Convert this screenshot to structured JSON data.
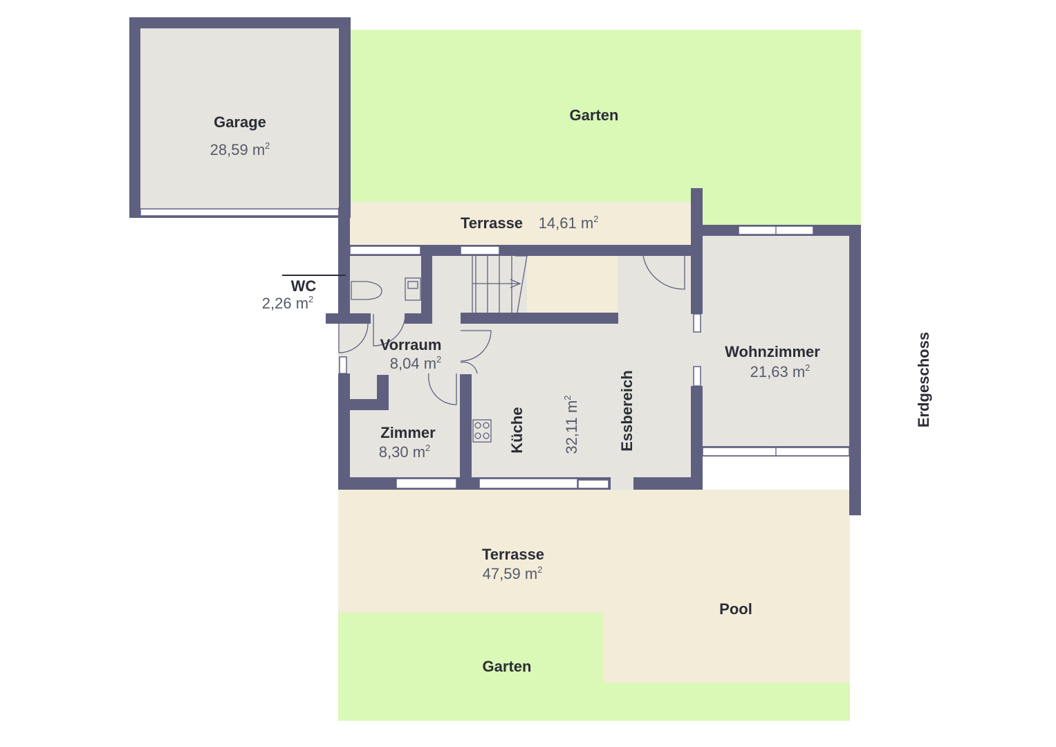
{
  "floor_label": "Erdgeschoss",
  "area_unit": "m",
  "area_unit_exp": "2",
  "rooms": {
    "garage": {
      "name": "Garage",
      "area": "28,59"
    },
    "garten_top": {
      "name": "Garten"
    },
    "terrasse_top": {
      "name": "Terrasse",
      "area": "14,61"
    },
    "wc": {
      "name": "WC",
      "area": "2,26"
    },
    "vorraum": {
      "name": "Vorraum",
      "area": "8,04"
    },
    "zimmer": {
      "name": "Zimmer",
      "area": "8,30"
    },
    "kueche": {
      "name": "Küche",
      "area": "32,11"
    },
    "essbereich": {
      "name": "Essbereich"
    },
    "wohnzimmer": {
      "name": "Wohnzimmer",
      "area": "21,63"
    },
    "terrasse_bottom": {
      "name": "Terrasse",
      "area": "47,59"
    },
    "pool": {
      "name": "Pool"
    },
    "garten_bottom": {
      "name": "Garten"
    }
  },
  "colors": {
    "wall": "#5f6080",
    "room_floor": "#e5e4de",
    "garden": "#daf8b6",
    "terrace": "#f2ecd9",
    "text_name": "#2b2d36",
    "text_area": "#555a6a"
  }
}
